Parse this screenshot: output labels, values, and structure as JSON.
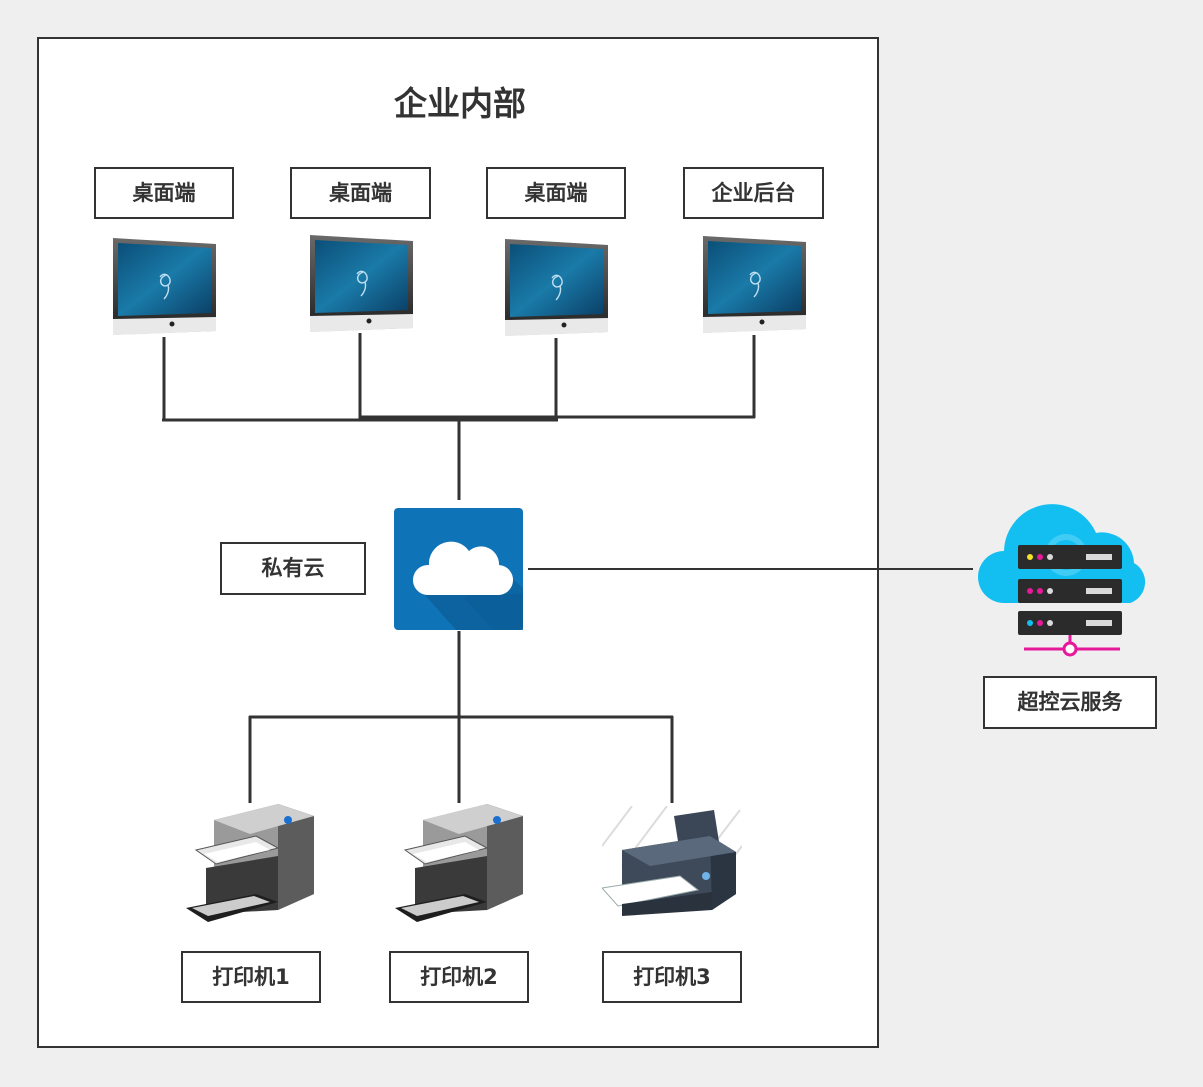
{
  "diagram": {
    "enterprise_title": "企业内部",
    "terminals": [
      {
        "label": "桌面端",
        "icon": "monitor-icon"
      },
      {
        "label": "桌面端",
        "icon": "monitor-icon"
      },
      {
        "label": "桌面端",
        "icon": "monitor-icon"
      },
      {
        "label": "企业后台",
        "icon": "monitor-icon"
      }
    ],
    "private_cloud": {
      "label": "私有云",
      "icon": "private-cloud-icon",
      "color": "#0f73b8"
    },
    "cloud_service": {
      "label": "超控云服务",
      "icon": "cloud-server-icon",
      "color": "#12bff0",
      "accent": "#e6199a"
    },
    "printers": [
      {
        "label": "打印机1",
        "icon": "multifunction-printer-icon"
      },
      {
        "label": "打印机2",
        "icon": "multifunction-printer-icon"
      },
      {
        "label": "打印机3",
        "icon": "printer-icon"
      }
    ]
  }
}
